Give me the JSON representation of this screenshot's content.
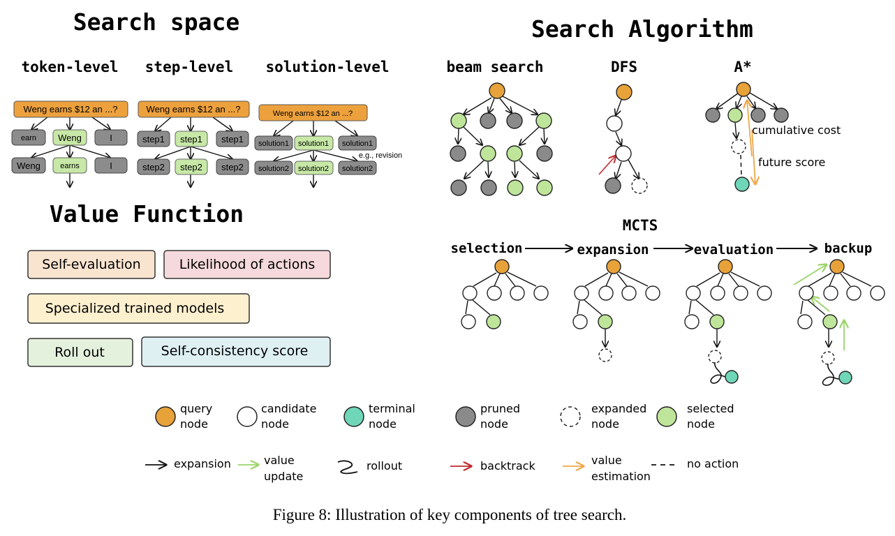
{
  "search_space": {
    "title": "Search space",
    "levels": [
      "token-level",
      "step-level",
      "solution-level"
    ],
    "query": "Weng earns $12 an ...?",
    "token": {
      "row1": [
        "earn",
        "Weng",
        "I"
      ],
      "row2": [
        "Weng",
        "earns",
        "I"
      ]
    },
    "step": {
      "row1": [
        "step1",
        "step1",
        "step1"
      ],
      "row2": [
        "step2",
        "step2",
        "step2"
      ]
    },
    "solution": {
      "row1": [
        "solution1",
        "solution1",
        "solution1"
      ],
      "row2": [
        "solution2",
        "solution2",
        "solution2"
      ],
      "note": "e.g., revision"
    }
  },
  "value_function": {
    "title": "Value Function",
    "items": [
      {
        "label": "Self-evaluation",
        "color": "#f9e4d0"
      },
      {
        "label": "Likelihood of actions",
        "color": "#f5d9dc"
      },
      {
        "label": "Specialized trained models",
        "color": "#fdf0cf"
      },
      {
        "label": "Roll out",
        "color": "#e4f1dd"
      },
      {
        "label": "Self-consistency score",
        "color": "#dff0f3"
      }
    ]
  },
  "search_algorithm": {
    "title": "Search Algorithm",
    "algorithms": [
      "beam search",
      "DFS",
      "A*"
    ],
    "astar_labels": [
      "cumulative cost",
      "future score"
    ],
    "mcts": {
      "title": "MCTS",
      "phases": [
        "selection",
        "expansion",
        "evaluation",
        "backup"
      ]
    }
  },
  "legend_nodes": [
    {
      "label": "query\nnode",
      "type": "query"
    },
    {
      "label": "candidate\nnode",
      "type": "candidate"
    },
    {
      "label": "terminal\nnode",
      "type": "terminal"
    },
    {
      "label": "pruned\nnode",
      "type": "pruned"
    },
    {
      "label": "expanded\nnode",
      "type": "expanded"
    },
    {
      "label": "selected\nnode",
      "type": "selected"
    }
  ],
  "legend_edges": [
    {
      "label": "expansion",
      "type": "expansion"
    },
    {
      "label": "value\nupdate",
      "type": "value-update"
    },
    {
      "label": "rollout",
      "type": "rollout"
    },
    {
      "label": "backtrack",
      "type": "backtrack"
    },
    {
      "label": "value\nestimation",
      "type": "value-estimation"
    },
    {
      "label": "no action",
      "type": "no-action"
    }
  ],
  "caption": "Figure 8: Illustration of key components of tree search.",
  "colors": {
    "query": "#e8a23a",
    "candidate": "#ffffff",
    "terminal": "#6fd6b8",
    "pruned": "#8a8a8a",
    "selected": "#bfe59a",
    "value_update": "#9ad46a",
    "backtrack": "#c0282e",
    "value_estimation": "#eea84a",
    "chip_gray": "#8c8c8c",
    "chip_green": "#c7e8a6",
    "query_box": "#eda13d"
  }
}
